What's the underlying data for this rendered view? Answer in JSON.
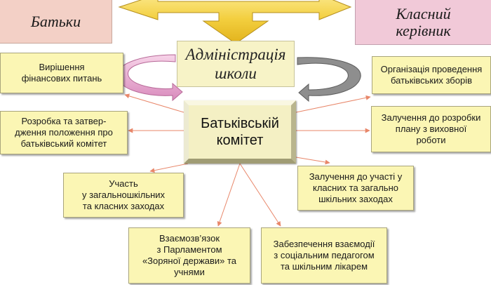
{
  "top": {
    "parents": "Батьки",
    "teacher": "Класний\nкерівник"
  },
  "admin": "Адміністрація\nшколи",
  "committee": "Батьківській\nкомітет",
  "tasks": {
    "finance": "Вирішення\nфінансових питань",
    "regulation": "Розробка та затвер-\nдження положення про\nбатьківський комітет",
    "school_events": "Участь\nу загальношкільних\nта класних заходах",
    "parliament": "Взаємозв’язок\nз Парламентом\n«Зоряної держави» та\nучнями",
    "meetings": "Організація проведення\nбатьківських зборів",
    "plan": "Залучення до розробки\nплану з виховної\nроботи",
    "class_events": "Залучення до участі у\nкласних та загально\nшкільних заходах",
    "cooperation": "Забезпечення взаємодії\nз соціальним педагогом\nта шкільним лікарем"
  },
  "colors": {
    "task_fill": "#fbf6b4",
    "arrow_yellow": "#f4d34a",
    "arrow_pink": "#e9a8cf",
    "connector": "#e8876a"
  }
}
